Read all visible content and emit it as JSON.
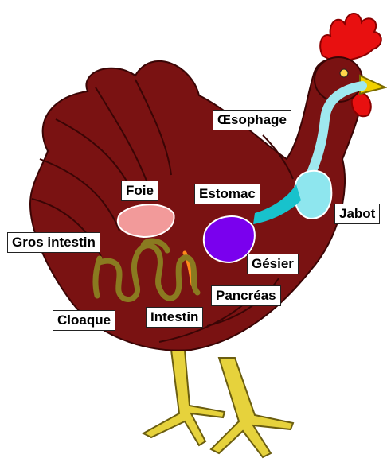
{
  "labels": {
    "oesophage": "Œsophage",
    "foie": "Foie",
    "estomac": "Estomac",
    "jabot": "Jabot",
    "gros_intestin": "Gros intestin",
    "gesier": "Gésier",
    "pancreas": "Pancréas",
    "cloaque": "Cloaque",
    "intestin": "Intestin"
  },
  "colors": {
    "body": "#7a1212",
    "body_dark": "#4a0808",
    "comb": "#e81010",
    "legs": "#e6d23c",
    "beak": "#f0d000",
    "oesophage": "#9fe8ef",
    "jabot": "#8ee6ee",
    "estomac": "#18c2cc",
    "gesier": "#7a00ee",
    "foie": "#f29a9a",
    "pancreas": "#ff8a1a",
    "intestin": "#8a7a20"
  }
}
